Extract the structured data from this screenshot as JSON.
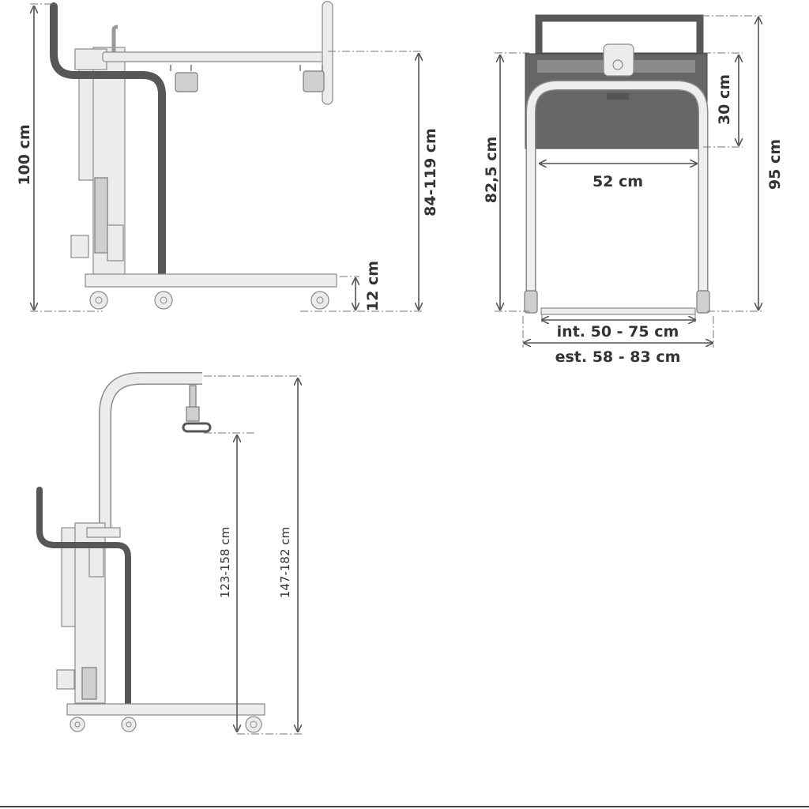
{
  "side_view": {
    "total_height": "100 cm",
    "arm_height_range": "84-119 cm",
    "base_height": "12 cm"
  },
  "front_view": {
    "height_to_panel": "82,5 cm",
    "panel_height": "30 cm",
    "total_height": "95 cm",
    "inner_width": "52 cm",
    "internal_base_width": "int. 50 - 75 cm",
    "external_base_width": "est. 58 - 83 cm"
  },
  "lift_view": {
    "hook_height_range": "123-158 cm",
    "total_height_range": "147-182 cm"
  },
  "colors": {
    "dark_tube": "#575757",
    "frame_light": "#ececec",
    "panel": "#666666",
    "dimension": "#555555"
  }
}
